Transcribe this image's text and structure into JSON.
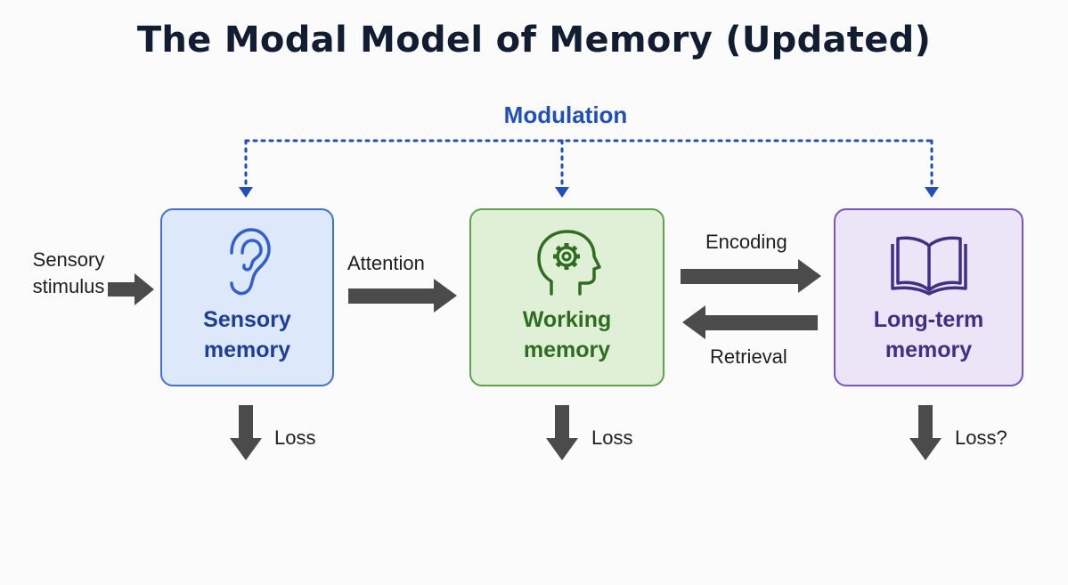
{
  "title": "The Modal Model of Memory (Updated)",
  "modulation": {
    "label": "Modulation"
  },
  "input": {
    "label": "Sensory stimulus"
  },
  "stores": {
    "sensory": {
      "label_line1": "Sensory",
      "label_line2": "memory",
      "icon": "ear-icon",
      "color": "#3f72d6"
    },
    "working": {
      "label_line1": "Working",
      "label_line2": "memory",
      "icon": "head-gear-icon",
      "color": "#5ca449"
    },
    "ltm": {
      "label_line1": "Long-term",
      "label_line2": "memory",
      "icon": "book-icon",
      "color": "#7a52c9"
    }
  },
  "flows": {
    "attention": "Attention",
    "encoding": "Encoding",
    "retrieval": "Retrieval"
  },
  "loss": {
    "sensory": "Loss",
    "working": "Loss",
    "ltm": "Loss?"
  },
  "colors": {
    "arrow": "#4b4b4b",
    "modulation": "#1f4ebd"
  }
}
